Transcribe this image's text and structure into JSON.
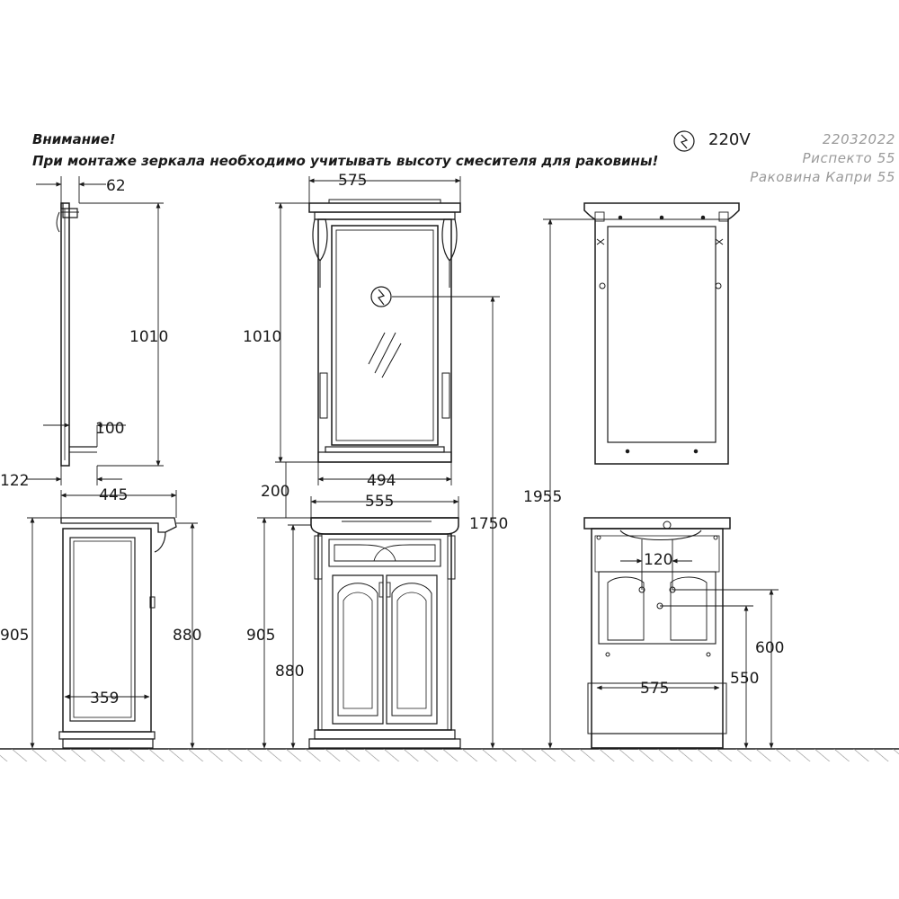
{
  "notice": {
    "line1": "Внимание!",
    "line2": "При монтаже зеркала необходимо учитывать высоту смесителя для раковины!"
  },
  "info": {
    "voltage": "220V",
    "code": "22032022",
    "mirror_model": "Риспекто 55",
    "sink_model": "Раковина Капри 55"
  },
  "dimensions": {
    "mirror_depth": "62",
    "mirror_height_side": "1010",
    "shelf_depth": "100",
    "mirror_offset": "122",
    "mirror_width": "575",
    "mirror_height_front": "1010",
    "mirror_inner_width": "494",
    "gap": "200",
    "total_height": "1750",
    "mount_height": "1955",
    "cabinet_depth": "445",
    "cabinet_height_905_side": "905",
    "cabinet_height_880_side": "880",
    "cabinet_inner_depth": "359",
    "cabinet_width": "555",
    "cabinet_height_905_front": "905",
    "cabinet_height_880_front": "880",
    "drain_spacing": "120",
    "supply_height": "600",
    "drain_height": "550",
    "back_width": "575"
  },
  "colors": {
    "line": "#1a1a1a",
    "muted": "#9a9a9a",
    "floor": "#8c8c8c"
  }
}
